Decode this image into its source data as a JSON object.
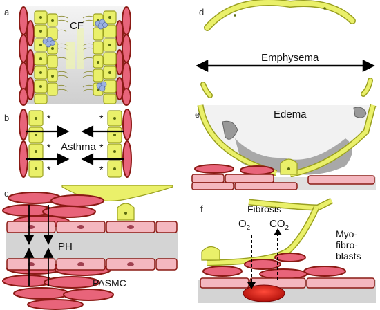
{
  "panels": {
    "a": {
      "letter": "a",
      "label": "CF"
    },
    "b": {
      "letter": "b",
      "label": "Asthma",
      "marker": "*"
    },
    "c": {
      "letter": "c",
      "label": "PH",
      "label2": "PASMC"
    },
    "d": {
      "letter": "d",
      "label": "Emphysema"
    },
    "e": {
      "letter": "e",
      "label": "Edema"
    },
    "f": {
      "letter": "f",
      "label": "Fibrosis",
      "o2": "O",
      "co2": "CO",
      "sub": "2",
      "myo1": "Myo-",
      "myo2": "fibro-",
      "myo3": "blasts"
    }
  },
  "colors": {
    "epithelium": "#eaf06a",
    "epithelium_stroke": "#9aa020",
    "smooth_muscle": "#e8647a",
    "smooth_muscle_stroke": "#8a1a14",
    "endothelium": "#f4b7bf",
    "lumen_grey": "#d4d4d4",
    "fluid": "#a8a8a8",
    "blood": "#c0140c",
    "mucus": "#9ab0e0"
  }
}
